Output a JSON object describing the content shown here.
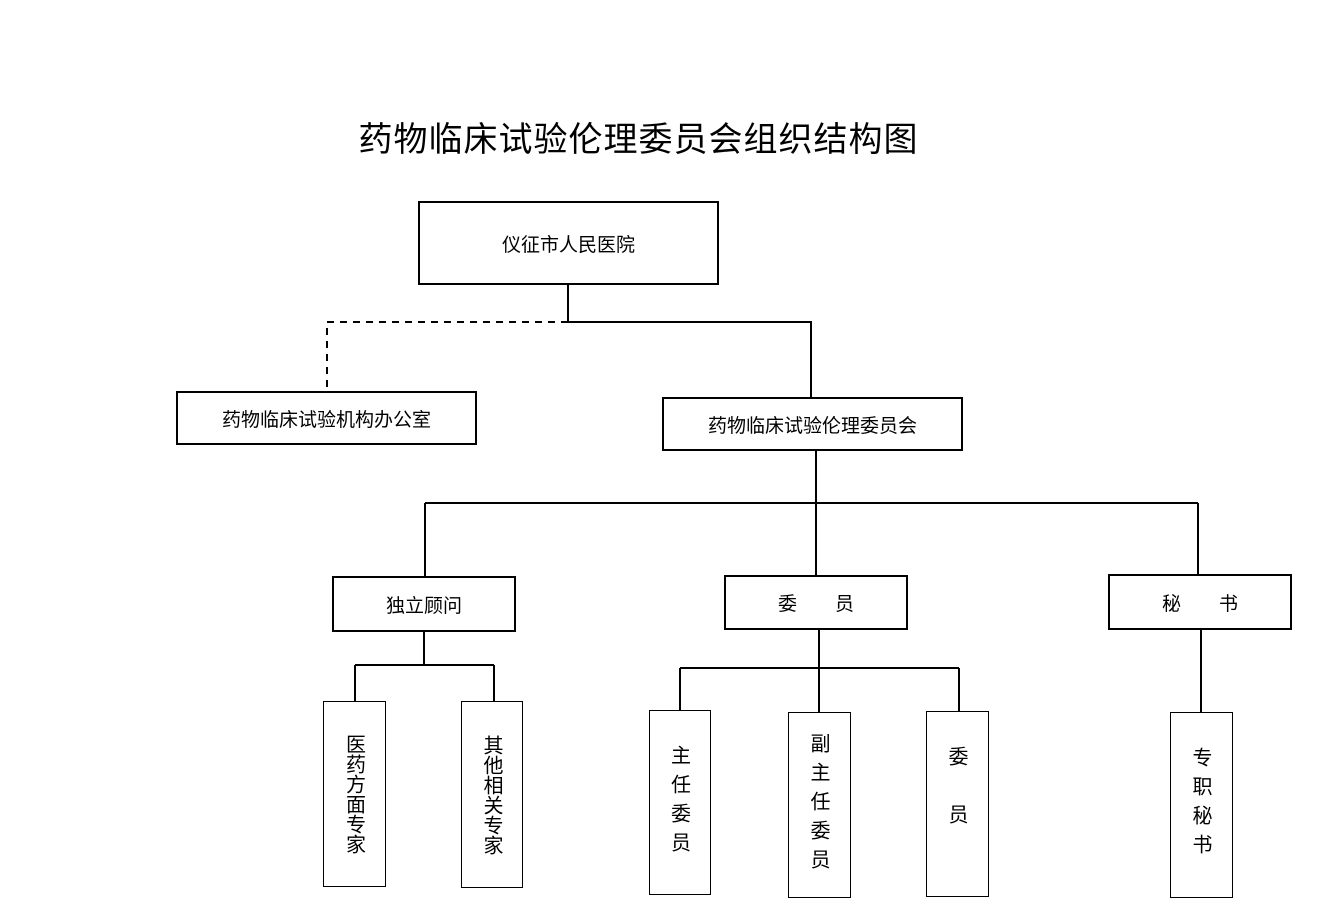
{
  "title": "药物临床试验伦理委员会组织结构图",
  "nodes": {
    "hospital": "仪征市人民医院",
    "office": "药物临床试验机构办公室",
    "committee": "药物临床试验伦理委员会",
    "advisor": "独立顾问",
    "member": "委　　员",
    "secretary": "秘　　书",
    "pharma_expert": "医药方面专家",
    "other_expert": "其他相关专家",
    "chair": "主任委员",
    "vice_chair": "副主任委员",
    "committee_member": "委员",
    "full_secretary": "专职秘书"
  }
}
